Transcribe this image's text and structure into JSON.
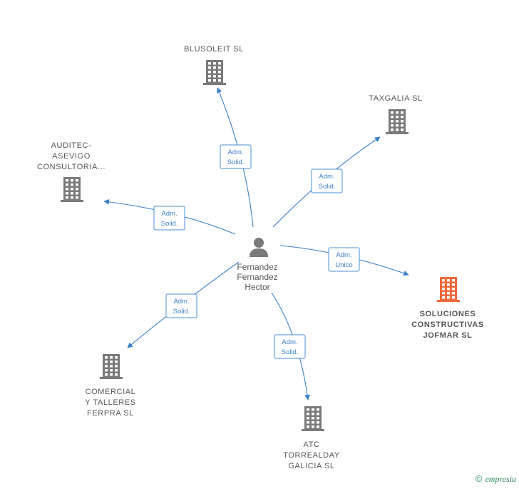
{
  "colors": {
    "edge": "#3a7fc8",
    "company_icon": "#7a7a7a",
    "focus_icon": "#f06a3b",
    "person_icon": "#7a7a7a",
    "label": "#555555"
  },
  "person": {
    "name": "Fernandez\nFernandez\nHector",
    "icon": "person-icon"
  },
  "companies": [
    {
      "id": "blusoleit",
      "name": "BLUSOLEIT  SL",
      "icon": "building-icon",
      "focus": false
    },
    {
      "id": "taxgalia",
      "name": "TAXGALIA  SL",
      "icon": "building-icon",
      "focus": false
    },
    {
      "id": "auditec",
      "name": "AUDITEC-\nASEVIGO\nCONSULTORIA...",
      "icon": "building-icon",
      "focus": false
    },
    {
      "id": "soluciones",
      "name": "SOLUCIONES\nCONSTRUCTIVAS\nJOFMAR  SL",
      "icon": "building-icon",
      "focus": true
    },
    {
      "id": "comercial",
      "name": "COMERCIAL\nY TALLERES\nFERPRA  SL",
      "icon": "building-icon",
      "focus": false
    },
    {
      "id": "atc",
      "name": "ATC\nTORREALDAY\nGALICIA  SL",
      "icon": "building-icon",
      "focus": false
    }
  ],
  "edges": [
    {
      "target": "blusoleit",
      "label": [
        "Adm.",
        "Solid."
      ]
    },
    {
      "target": "taxgalia",
      "label": [
        "Adm.",
        "Solid."
      ]
    },
    {
      "target": "auditec",
      "label": [
        "Adm.",
        "Solid."
      ]
    },
    {
      "target": "soluciones",
      "label": [
        "Adm.",
        "Unico"
      ]
    },
    {
      "target": "comercial",
      "label": [
        "Adm.",
        "Solid."
      ]
    },
    {
      "target": "atc",
      "label": [
        "Adm.",
        "Solid."
      ]
    }
  ],
  "watermark": {
    "symbol": "©",
    "brand": "empresia"
  }
}
